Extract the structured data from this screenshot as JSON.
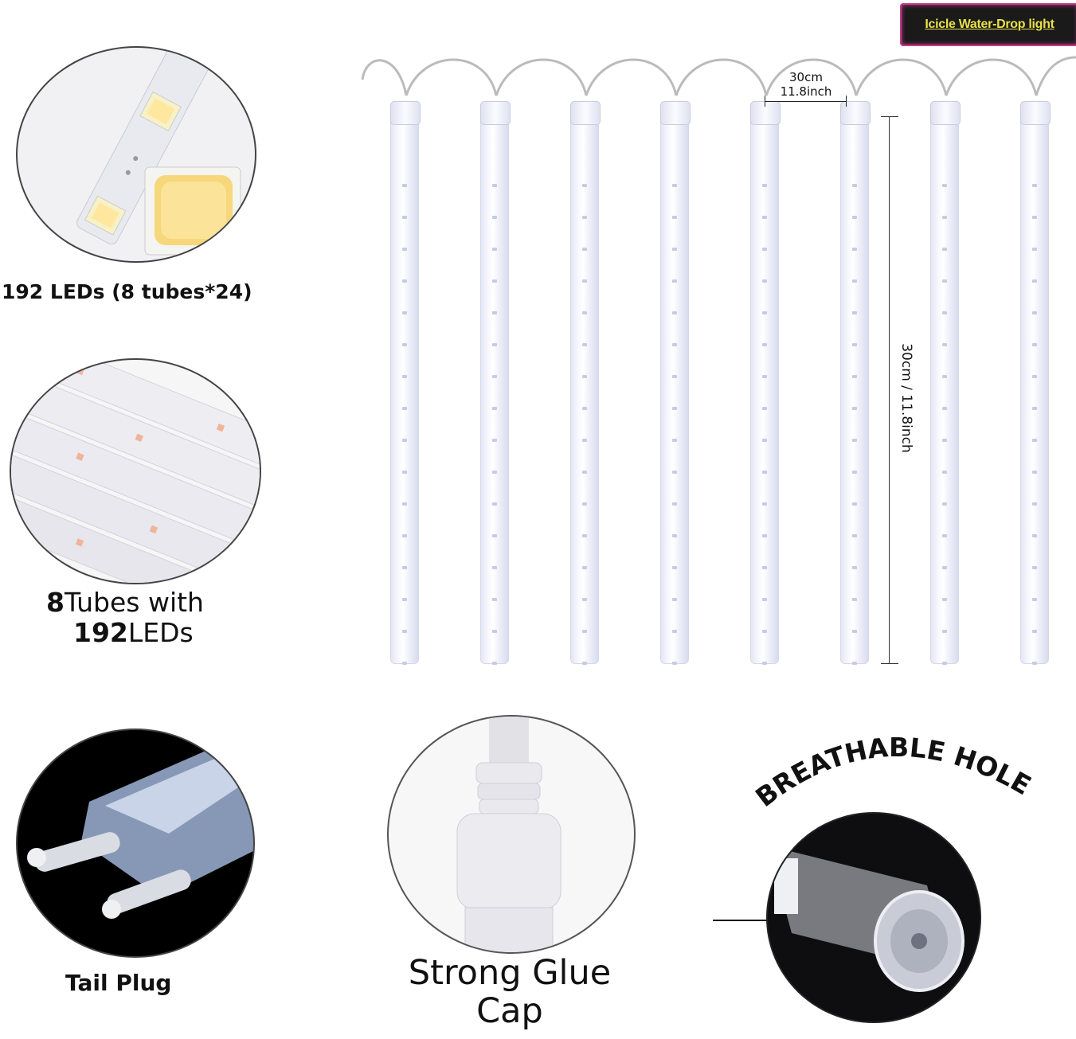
{
  "badge": {
    "text": "Icicle Water-Drop light"
  },
  "features": {
    "leds_caption": "192 LEDs (8 tubes*24)",
    "tubes_caption_num1": "8",
    "tubes_caption_text1": "Tubes with",
    "tubes_caption_num2": "192",
    "tubes_caption_text2": "LEDs",
    "plug_caption": "Tail Plug",
    "cap_caption_line1": "Strong Glue",
    "cap_caption_line2": "Cap",
    "hole_caption": "BREATHABLE HOLE"
  },
  "dimensions": {
    "spacing_cm": "30cm",
    "spacing_inch": "11.8inch",
    "length": "30cm / 11.8inch"
  },
  "tube_count": 8,
  "colors": {
    "badge_border": "#c23a8a",
    "badge_text": "#e9e04a",
    "led_warm": "#f6d77a"
  }
}
